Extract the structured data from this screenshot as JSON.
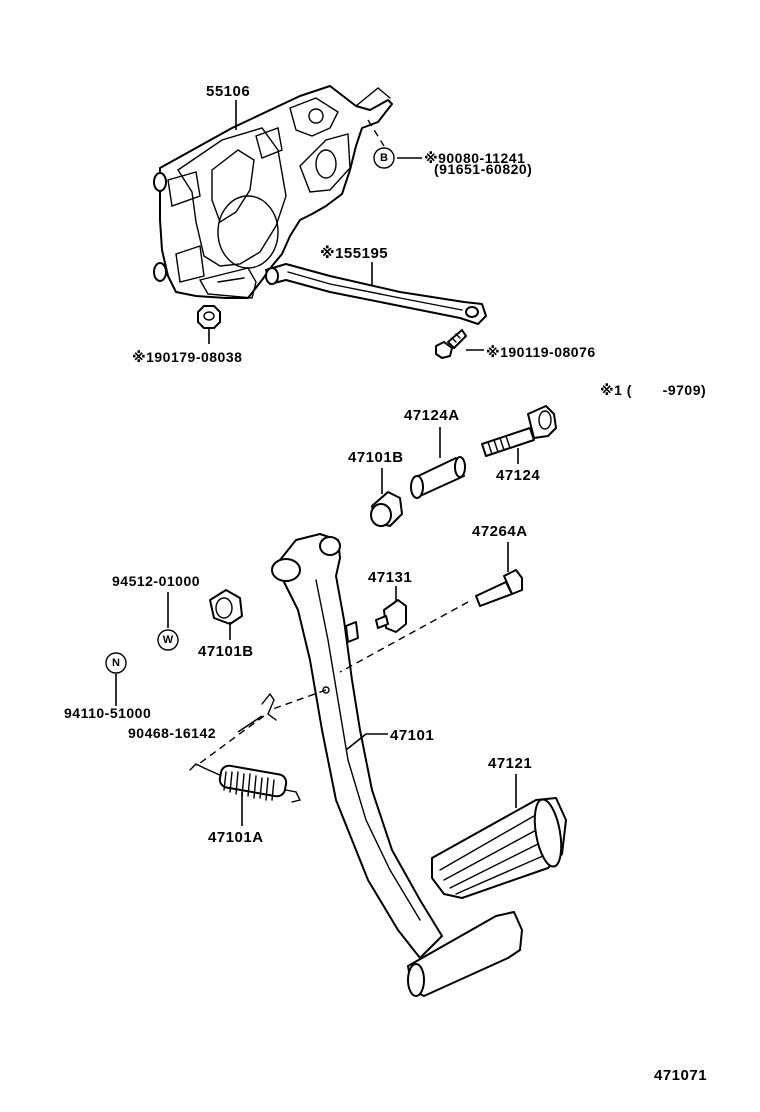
{
  "labels": {
    "p55106": "55106",
    "p90080": "※90080-11241",
    "p91651": "(91651-60820)",
    "p155195": "※155195",
    "p190179": "※190179-08038",
    "p190119": "※190119-08076",
    "note1": "※1 (       -9709)",
    "p47124A": "47124A",
    "p47101B_top": "47101B",
    "p47124": "47124",
    "p47264A": "47264A",
    "p47131": "47131",
    "p94512": "94512-01000",
    "p47101B_left": "47101B",
    "p94110": "94110-51000",
    "p90468": "90468-16142",
    "p47101": "47101",
    "p47121": "47121",
    "p47101A": "47101A",
    "diagram_id": "471071"
  },
  "circle_marks": {
    "b": "B",
    "w": "W",
    "n": "N"
  }
}
